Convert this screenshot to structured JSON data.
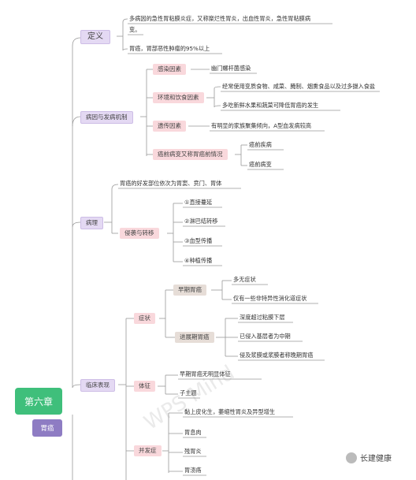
{
  "root": {
    "label": "第六章",
    "sub": "胃癌"
  },
  "definition": {
    "label": "定义",
    "items": [
      "多病因的急性胃粘膜炎症，又称糜烂性胃炎，出血性胃炎，急性胃粘膜病",
      "变。",
      "胃癌，胃部恶性肿瘤的95%以上"
    ]
  },
  "etiology": {
    "label": "病因与发病机制",
    "infection": {
      "label": "感染因素",
      "leaf": "幽门螺杆菌感染"
    },
    "environment": {
      "label": "环境和饮食因素",
      "leaves": [
        "经常使用变质食物、咸菜、腌制、烟熏食品以及过多摄入食盐",
        "多吃新鲜水果和蔬菜可降低胃癌的发生"
      ]
    },
    "genetic": {
      "label": "遗传因素",
      "leaf": "有明显的家族聚集倾向，A型血发病较高"
    },
    "precancer": {
      "label": "癌前病变又称胃癌前情况",
      "leaves": [
        "癌前疾病",
        "癌前病变"
      ]
    }
  },
  "pathology": {
    "label": "病理",
    "site": "胃癌的好发部位依次为胃窦、贲门、胃体",
    "spread": {
      "label": "侵袭与转移",
      "leaves": [
        "①直接蔓延",
        "②淋巴结转移",
        "③血型传播",
        "④种植传播"
      ]
    }
  },
  "clinical": {
    "label": "临床表现",
    "symptoms": {
      "label": "症状",
      "early": {
        "label": "早期胃癌",
        "leaves": [
          "多无症状",
          "仅有一些非特异性消化道症状"
        ]
      },
      "advanced": {
        "label": "进展期胃癌",
        "leaves": [
          "深度超过粘膜下层",
          "已侵入基层者为中期",
          "侵及浆膜或浆膜者称晚期胃癌"
        ]
      }
    },
    "signs": {
      "label": "体征",
      "leaves": [
        "早期胃癌无明显体征",
        "子主题"
      ]
    },
    "complications": {
      "label": "并发症",
      "leaves": [
        "黏上皮化生，萎缩性胃炎及异型增生",
        "胃息肉",
        "残胃炎",
        "胃溃疡"
      ]
    }
  },
  "watermark": "WPS Mind",
  "brand": "长建健康"
}
